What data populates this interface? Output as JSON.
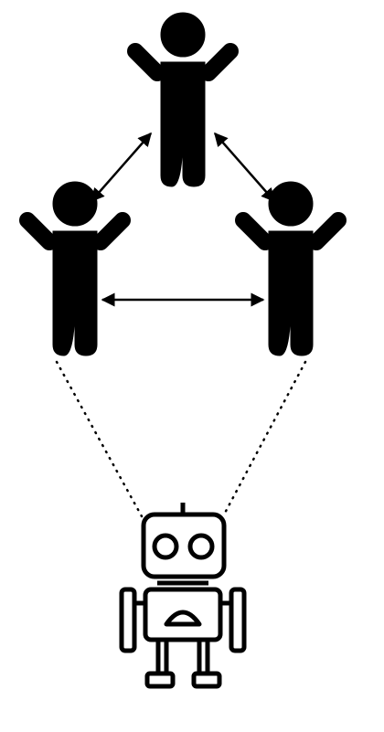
{
  "diagram": {
    "nodes": [
      {
        "id": "person-top",
        "kind": "human"
      },
      {
        "id": "person-left",
        "kind": "human"
      },
      {
        "id": "person-right",
        "kind": "human"
      },
      {
        "id": "robot",
        "kind": "robot"
      }
    ],
    "edges": [
      {
        "from": "person-top",
        "to": "person-left",
        "style": "solid",
        "arrows": "both"
      },
      {
        "from": "person-top",
        "to": "person-right",
        "style": "solid",
        "arrows": "both"
      },
      {
        "from": "person-left",
        "to": "person-right",
        "style": "solid",
        "arrows": "both"
      },
      {
        "from": "person-left",
        "to": "robot",
        "style": "dotted",
        "arrows": "none"
      },
      {
        "from": "person-right",
        "to": "robot",
        "style": "dotted",
        "arrows": "none"
      }
    ],
    "colors": {
      "figure": "#000000",
      "background": "#ffffff"
    }
  }
}
